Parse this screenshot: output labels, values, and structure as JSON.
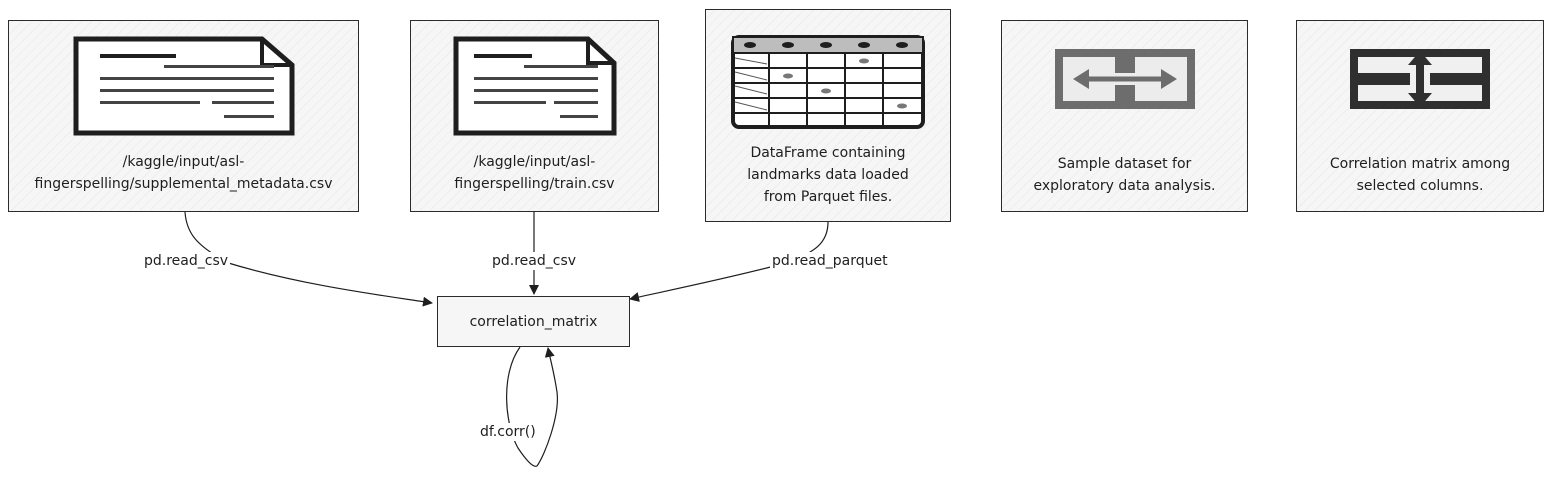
{
  "cards": [
    {
      "icon": "csv-file-icon",
      "label": "/kaggle/input/asl-\nfingerspelling/supplemental_metadata.csv"
    },
    {
      "icon": "csv-file-icon",
      "label": "/kaggle/input/asl-\nfingerspelling/train.csv"
    },
    {
      "icon": "dataframe-table-icon",
      "label": "DataFrame containing\nlandmarks data loaded\nfrom Parquet files."
    },
    {
      "icon": "horizontal-arrows-icon",
      "label": "Sample dataset for\nexploratory data analysis."
    },
    {
      "icon": "vertical-arrows-icon",
      "label": "Correlation matrix among\nselected columns."
    }
  ],
  "node": {
    "label": "correlation_matrix"
  },
  "edges": [
    {
      "label": "pd.read_csv",
      "from": "card-1",
      "to": "correlation_matrix"
    },
    {
      "label": "pd.read_csv",
      "from": "card-2",
      "to": "correlation_matrix"
    },
    {
      "label": "pd.read_parquet",
      "from": "card-3",
      "to": "correlation_matrix"
    },
    {
      "label": "df.corr()",
      "from": "correlation_matrix",
      "to": "correlation_matrix"
    }
  ]
}
